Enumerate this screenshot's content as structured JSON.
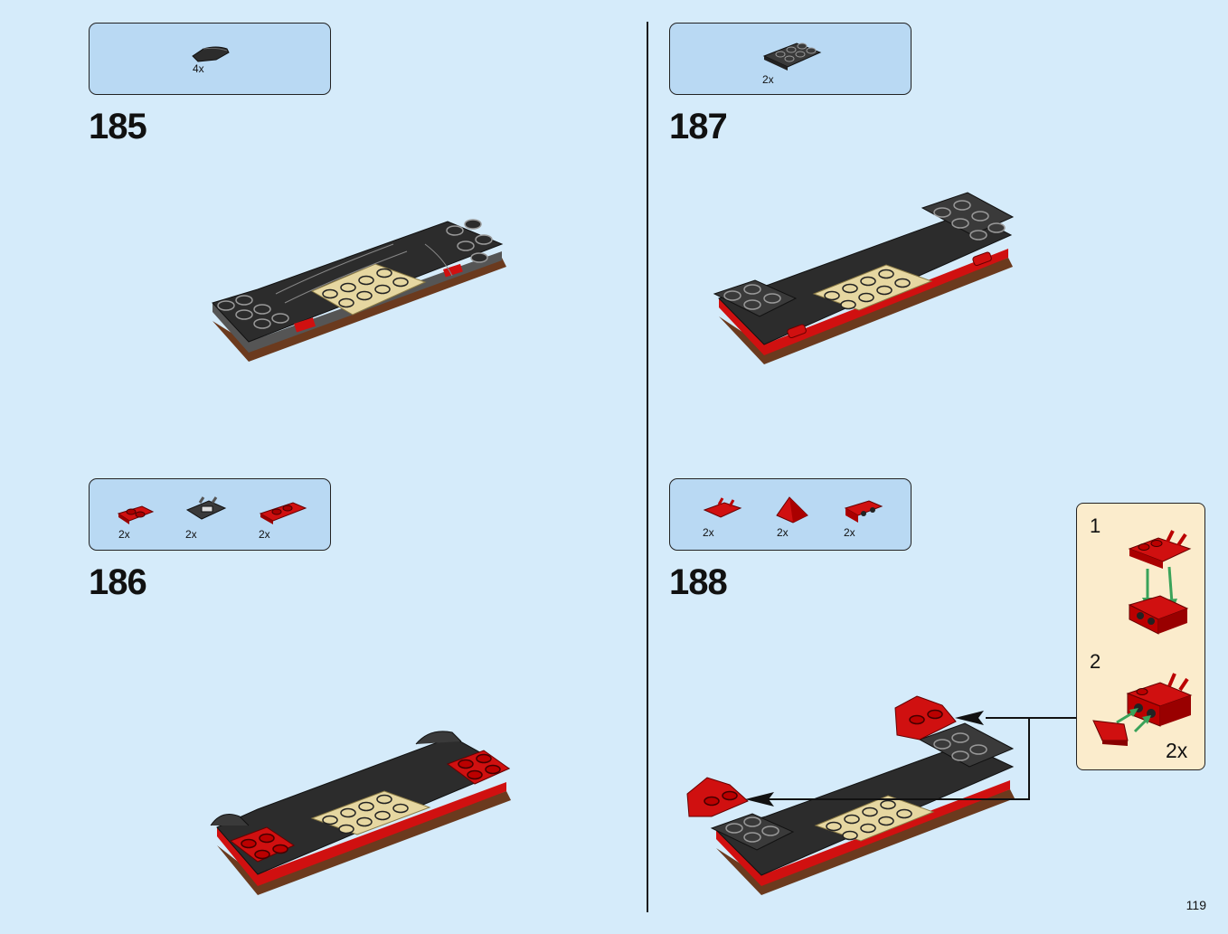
{
  "steps": [
    {
      "number": "185",
      "parts": [
        {
          "name": "curved-slope-black",
          "qty": "4x"
        }
      ]
    },
    {
      "number": "186",
      "parts": [
        {
          "name": "plate-red",
          "qty": "2x"
        },
        {
          "name": "clip-plate-dark-gray",
          "qty": "2x"
        },
        {
          "name": "plate-clip-red",
          "qty": "2x"
        }
      ]
    },
    {
      "number": "187",
      "parts": [
        {
          "name": "plate-2x3-dark-gray",
          "qty": "2x"
        }
      ]
    },
    {
      "number": "188",
      "parts": [
        {
          "name": "clip-plate-red",
          "qty": "2x"
        },
        {
          "name": "wedge-red",
          "qty": "2x"
        },
        {
          "name": "bracket-red",
          "qty": "2x"
        }
      ]
    }
  ],
  "callout": {
    "sub_steps": [
      "1",
      "2"
    ],
    "qty": "2x"
  },
  "page_number": "119",
  "colors": {
    "background": "#d5ebfa",
    "parts_box": "#b9d9f3",
    "callout_bg": "#fbeccc",
    "black_brick": "#2c2c2c",
    "dark_gray": "#4a4a4a",
    "red": "#d01010",
    "tan": "#e6d7a1",
    "brown": "#6b3a1e",
    "green_arrow": "#3aa35a"
  }
}
